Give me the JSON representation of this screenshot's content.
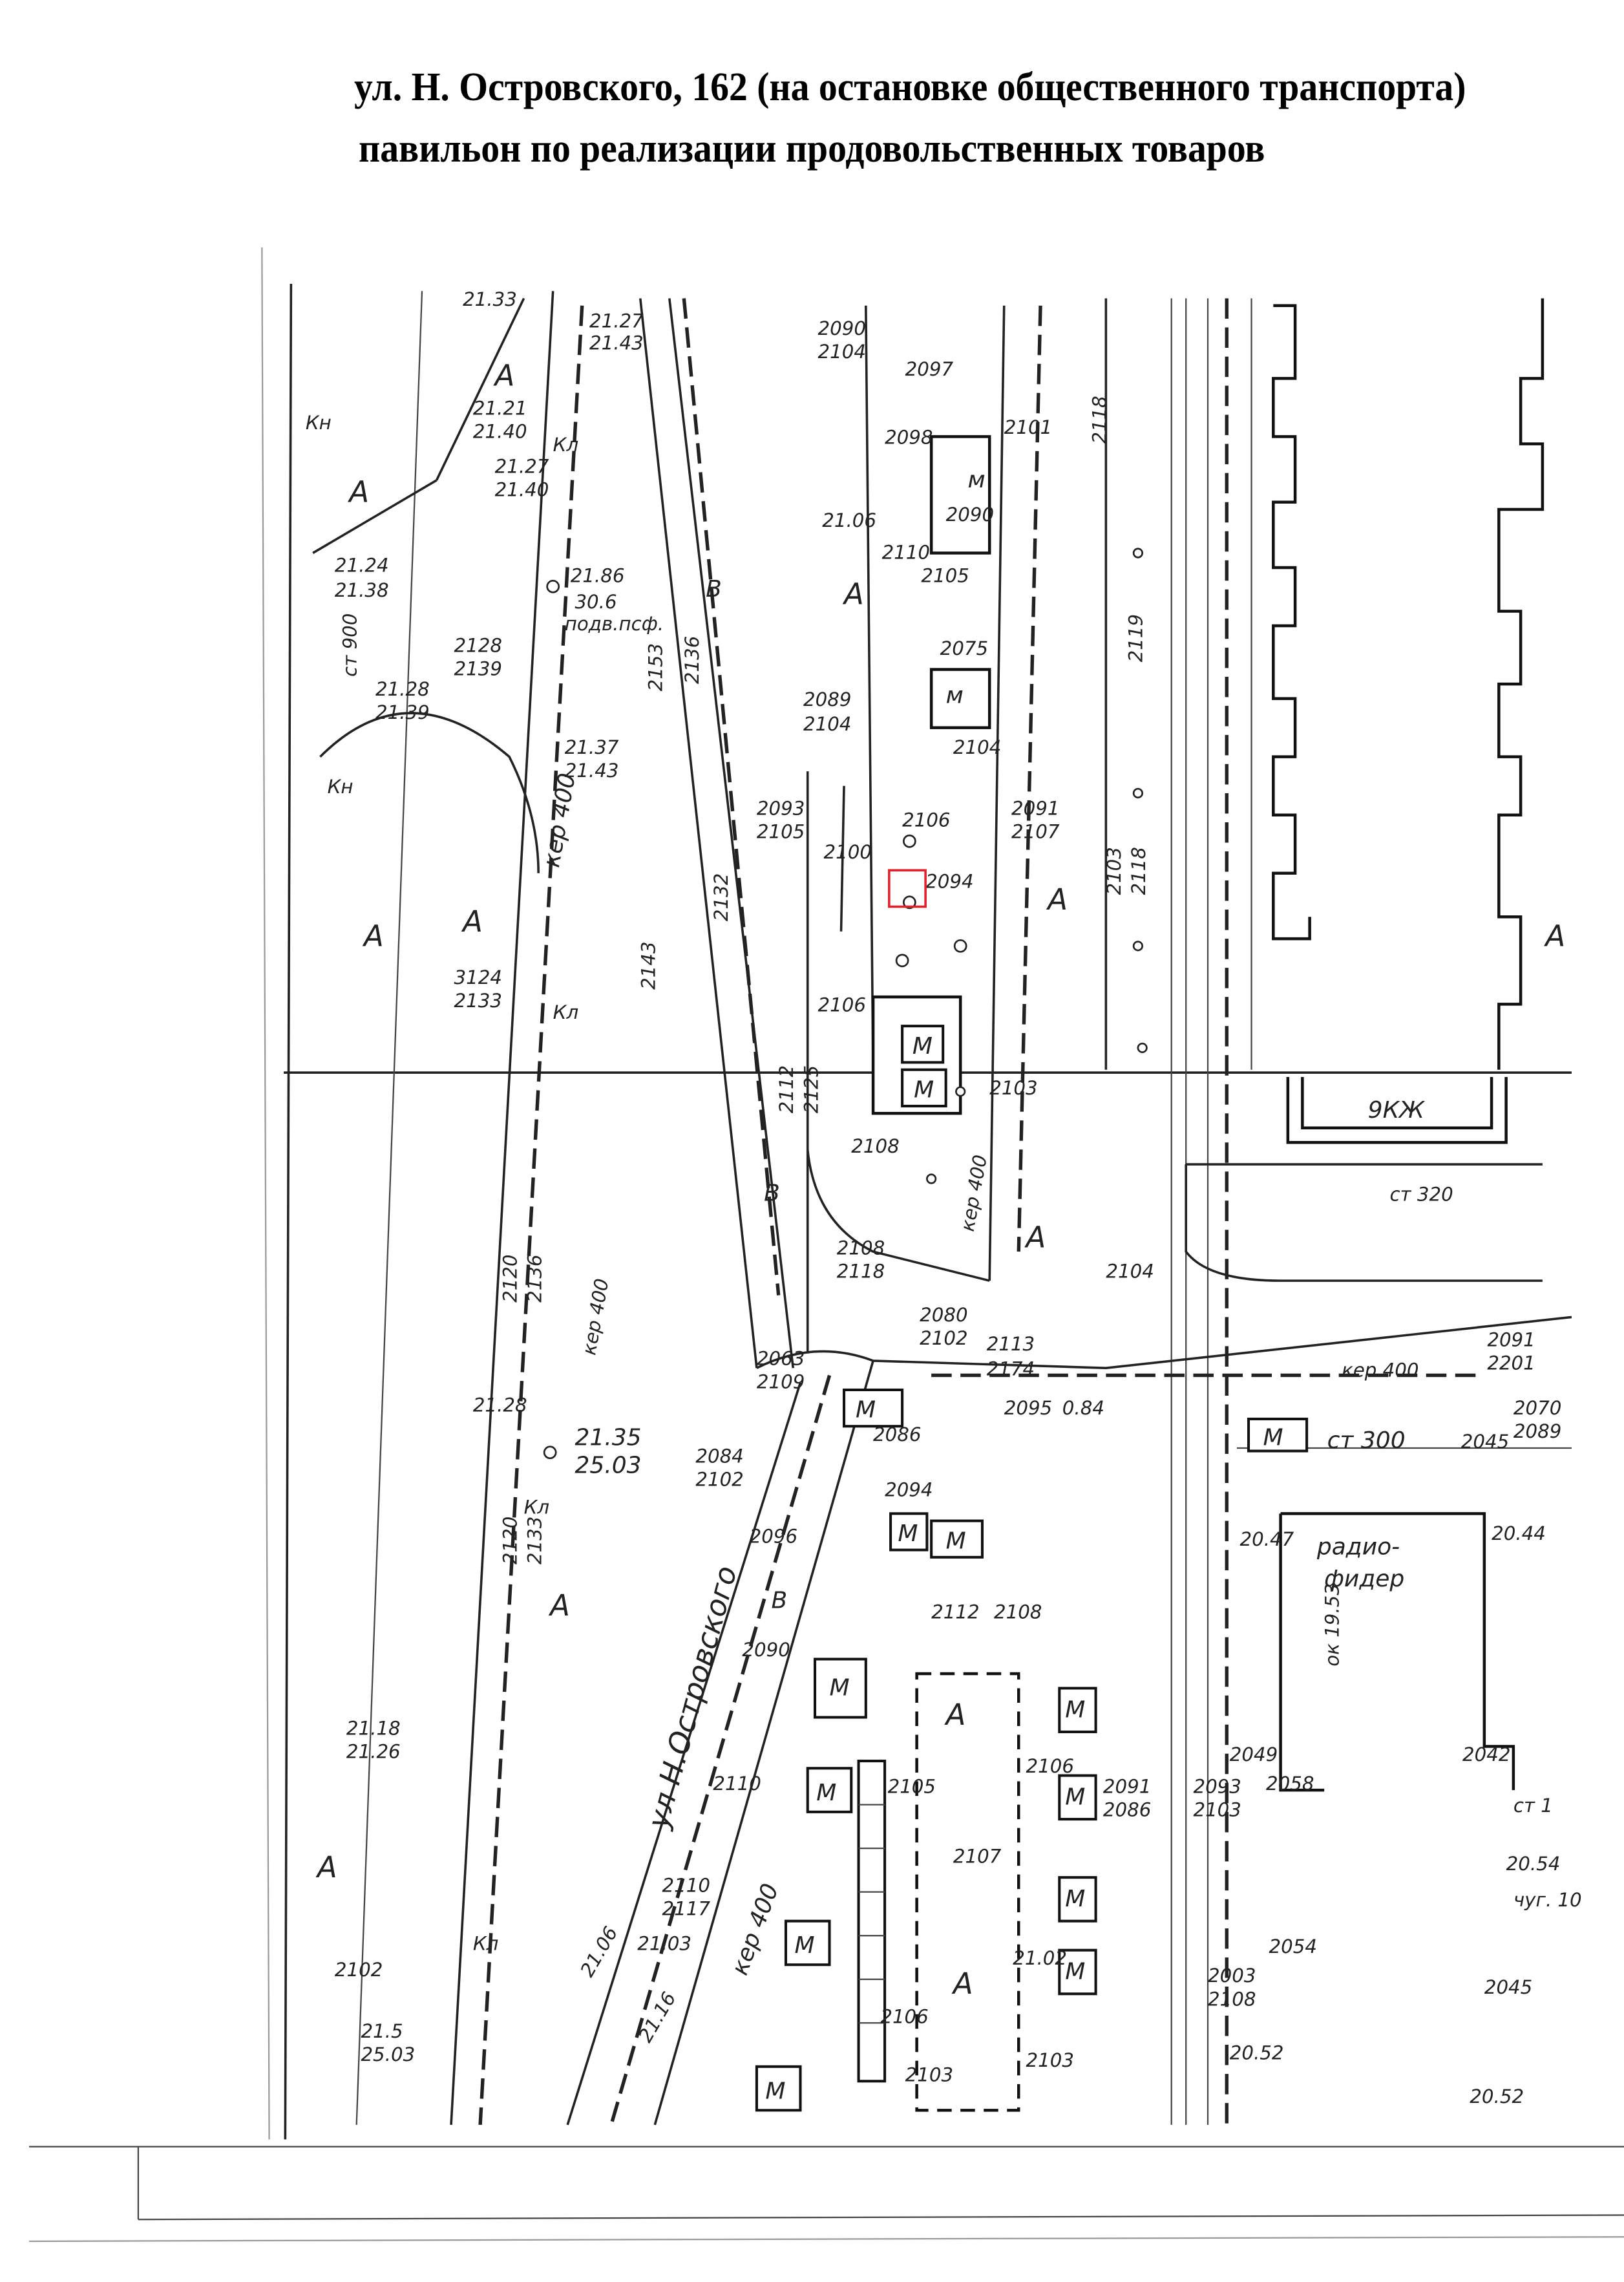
{
  "document": {
    "title_line1": "ул. Н. Островского, 162 (на остановке общественного транспорта)",
    "title_line2": "павильон по реализации продовольственных товаров",
    "marker_color": "#e0202a"
  },
  "map": {
    "street_name": "ул Н.Островского",
    "labels": [
      "21.33",
      "21.27",
      "21.43",
      "2090",
      "2104",
      "2097",
      "2098",
      "2101",
      "2118",
      "21.21",
      "21.40",
      "21.27",
      "21.40",
      "21.06",
      "2090",
      "2105",
      "2110",
      "21.24",
      "21.38",
      "21.86",
      "30.6",
      "подв.псф.",
      "ст 900",
      "2128",
      "2139",
      "21.28",
      "21.39",
      "2153",
      "2136",
      "2075",
      "2089",
      "2104",
      "2104",
      "2119",
      "21.37",
      "21.43",
      "кер 400",
      "2093",
      "2105",
      "2100",
      "2106",
      "2091",
      "2107",
      "2094",
      "2103",
      "2118",
      "2143",
      "2132",
      "3124",
      "2133",
      "2112",
      "2125",
      "2106",
      "2103",
      "2108",
      "2108",
      "2118",
      "кер 400",
      "2104",
      "2120",
      "2136",
      "кер 400",
      "2080",
      "2102",
      "2063",
      "2109",
      "2113",
      "2174",
      "2091",
      "2201",
      "кер 400",
      "21.28",
      "21.35",
      "25.03",
      "2084",
      "2102",
      "2086",
      "2095",
      "0.84",
      "ст 300",
      "2045",
      "2070",
      "2089",
      "2094",
      "2096",
      "радио-",
      "фидер",
      "20.47",
      "20.44",
      "2120",
      "2133",
      "2112",
      "2108",
      "ок 19.53",
      "2090",
      "21.18",
      "21.26",
      "2105",
      "2110",
      "2106",
      "2107",
      "2091",
      "2086",
      "2093",
      "2103",
      "2049",
      "2058",
      "2110",
      "2117",
      "21.03",
      "кер 400",
      "21.06",
      "21.16",
      "2054",
      "2003",
      "2108",
      "21.02",
      "20.52",
      "2102",
      "21.5",
      "25.03",
      "2106",
      "2103",
      "2103",
      "9КЖ",
      "ст 320",
      "20.54",
      "2042",
      "2045",
      "20.52",
      "ст 1",
      "чуг. 10",
      "м",
      "м",
      "А",
      "А",
      "А",
      "А",
      "А",
      "А",
      "А",
      "А",
      "А",
      "А",
      "А",
      "А",
      "В",
      "В",
      "В",
      "Кл",
      "Кл",
      "Кл",
      "Кл",
      "Кн",
      "Кн"
    ],
    "kiosk_label": "М"
  }
}
